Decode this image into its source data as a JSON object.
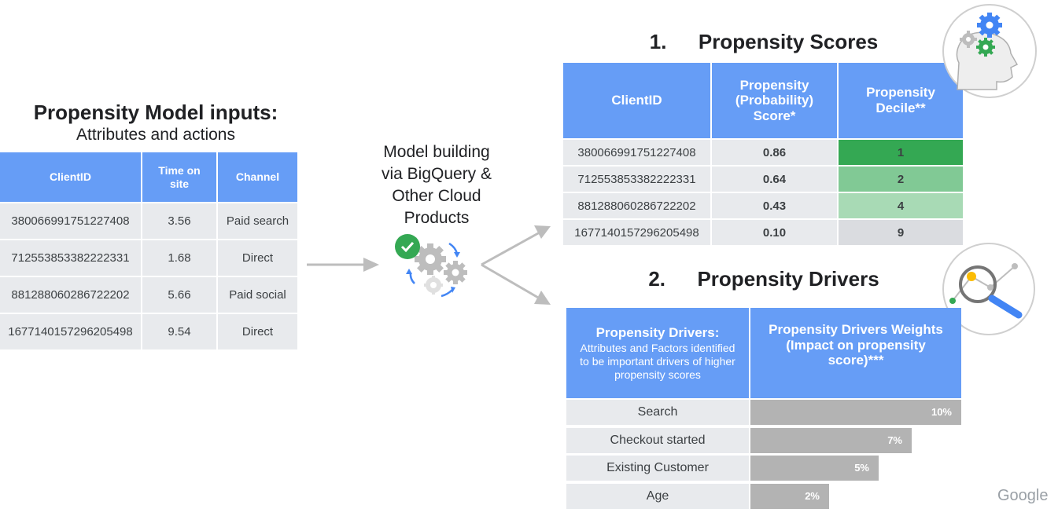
{
  "inputs": {
    "title": "Propensity Model inputs:",
    "subtitle": "Attributes and actions",
    "headers": [
      "ClientID",
      "Time on site",
      "Channel"
    ],
    "rows": [
      [
        "380066991751227408",
        "3.56",
        "Paid search"
      ],
      [
        "712553853382222331",
        "1.68",
        "Direct"
      ],
      [
        "881288060286722202",
        "5.66",
        "Paid social"
      ],
      [
        "1677140157296205498",
        "9.54",
        "Direct"
      ]
    ]
  },
  "model": {
    "label_lines": [
      "Model building",
      "via BigQuery &",
      "Other Cloud",
      "Products"
    ]
  },
  "scores": {
    "number": "1.",
    "title": "Propensity Scores",
    "headers": [
      "ClientID",
      "Propensity (Probability) Score*",
      "Propensity Decile**"
    ],
    "rows": [
      [
        "380066991751227408",
        "0.86",
        "1"
      ],
      [
        "712553853382222331",
        "0.64",
        "2"
      ],
      [
        "881288060286722202",
        "0.43",
        "4"
      ],
      [
        "1677140157296205498",
        "0.10",
        "9"
      ]
    ],
    "decile_colors": [
      "#34a853",
      "#81c995",
      "#a8dab5",
      "#dadce0"
    ]
  },
  "drivers": {
    "number": "2.",
    "title": "Propensity Drivers",
    "left_header_title": "Propensity Drivers:",
    "left_header_desc": "Attributes and Factors identified to be important drivers of higher propensity scores",
    "right_header": "Propensity Drivers Weights (Impact on propensity score)***",
    "items": [
      {
        "label": "Search",
        "weight": "10%",
        "value": 10
      },
      {
        "label": "Checkout started",
        "weight": "7%",
        "value": 7
      },
      {
        "label": "Existing Customer",
        "weight": "5%",
        "value": 5
      },
      {
        "label": "Age",
        "weight": "2%",
        "value": 2
      }
    ]
  },
  "footer": {
    "logo": "Google"
  },
  "icons": [
    "check-icon",
    "gears-icon",
    "head-gears-icon",
    "magnifier-icon"
  ],
  "colors": {
    "header_blue": "#669df6",
    "cell_gray": "#e8eaed",
    "bar_gray": "#b3b3b3",
    "check_green": "#34a853"
  }
}
